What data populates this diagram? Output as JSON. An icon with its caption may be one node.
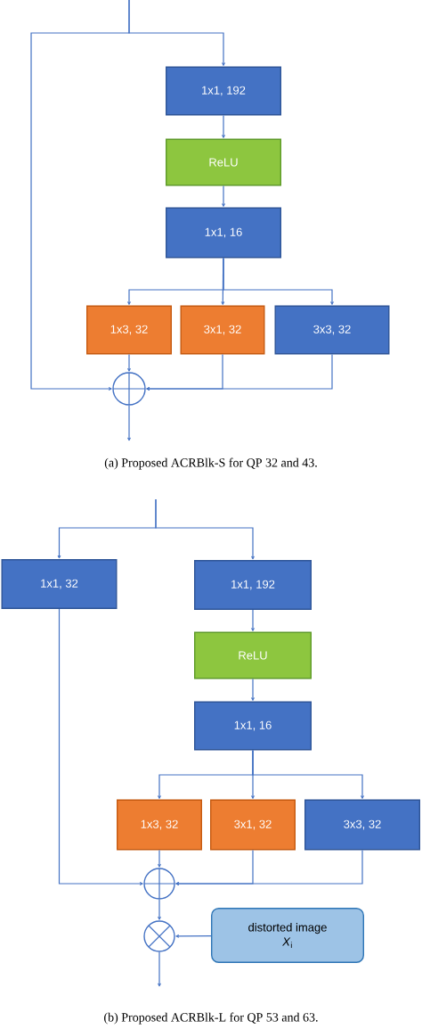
{
  "diagram": {
    "nodes": [
      {
        "text": [
          "1x1, 192"
        ]
      },
      {
        "text": [
          "ReLU"
        ]
      },
      {
        "text": [
          "1x1, 16"
        ]
      },
      {
        "text": [
          "1x3, 32"
        ]
      },
      {
        "text": [
          "3x1, 32"
        ]
      },
      {
        "text": [
          "3x3, 32"
        ]
      },
      {
        "text": [],
        "shape": "circle"
      },
      {
        "text": [
          "1x1, 32"
        ]
      },
      {
        "text": [
          "1x1, 192"
        ]
      },
      {
        "text": [
          "ReLU"
        ]
      },
      {
        "text": [
          "1x1, 16"
        ]
      },
      {
        "text": [
          "1x3, 32"
        ]
      },
      {
        "text": [
          "3x1, 32"
        ]
      },
      {
        "text": [
          "3x3, 32"
        ]
      },
      {
        "text": [],
        "shape": "circle"
      },
      {
        "text": [],
        "shape": "circle"
      },
      {
        "text": [
          "distorted image",
          "*X*$_{i}$"
        ]
      }
    ],
    "edges": [
      {
        "from": null,
        "to": 0,
        "arrow": "to"
      },
      {
        "from": null,
        "to": 6,
        "arrow": "to"
      },
      {
        "from": 0,
        "to": 1,
        "arrow": "to"
      },
      {
        "from": 1,
        "to": 2,
        "arrow": "to"
      },
      {
        "from": 2,
        "to": 3,
        "arrow": "to"
      },
      {
        "from": 2,
        "to": 4,
        "arrow": "to"
      },
      {
        "from": 2,
        "to": 5,
        "arrow": "to"
      },
      {
        "from": 3,
        "to": 6,
        "arrow": "to"
      },
      {
        "from": 4,
        "to": 6,
        "arrow": "to"
      },
      {
        "from": 5,
        "to": 6,
        "arrow": "to"
      },
      {
        "from": 6,
        "to": null,
        "arrow": "to"
      },
      {
        "from": null,
        "to": 7,
        "arrow": "to"
      },
      {
        "from": null,
        "to": 8,
        "arrow": "to"
      },
      {
        "from": 8,
        "to": 9,
        "arrow": "to"
      },
      {
        "from": 9,
        "to": 10,
        "arrow": "to"
      },
      {
        "from": 10,
        "to": 11,
        "arrow": "to"
      },
      {
        "from": 10,
        "to": 12,
        "arrow": "to"
      },
      {
        "from": 10,
        "to": 13,
        "arrow": "to"
      },
      {
        "from": 11,
        "to": 14,
        "arrow": "to"
      },
      {
        "from": 12,
        "to": 14,
        "arrow": "to"
      },
      {
        "from": 13,
        "to": 14,
        "arrow": "to"
      },
      {
        "from": 7,
        "to": 14,
        "arrow": "to"
      },
      {
        "from": 14,
        "to": 15,
        "arrow": "to"
      },
      {
        "from": 16,
        "to": 15,
        "arrow": "to"
      },
      {
        "from": 15,
        "to": null,
        "arrow": "to"
      }
    ],
    "labels": [
      "(a) Proposed ACRBlk-S for QP 32 and 43.",
      "(b) Proposed ACRBlk-L for QP 53 and 63."
    ]
  }
}
